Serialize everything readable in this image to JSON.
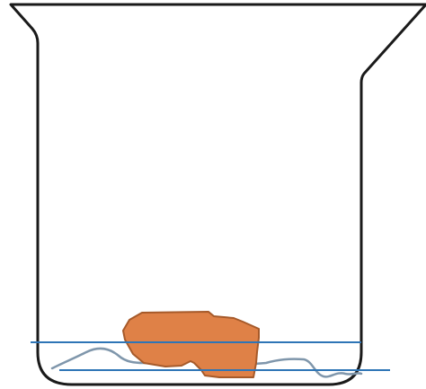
{
  "scene": {
    "colors": {
      "background": "#ffffff",
      "beaker_outline": "#1a1a1a",
      "rock_fill": "#df8147",
      "rock_outline": "#a65a2a",
      "water_line": "#2e75b6",
      "sediment_line": "#7f96ab"
    },
    "objects": [
      "beaker",
      "rock",
      "water-surface-line",
      "sediment-surface-line",
      "sediment-curve"
    ]
  }
}
